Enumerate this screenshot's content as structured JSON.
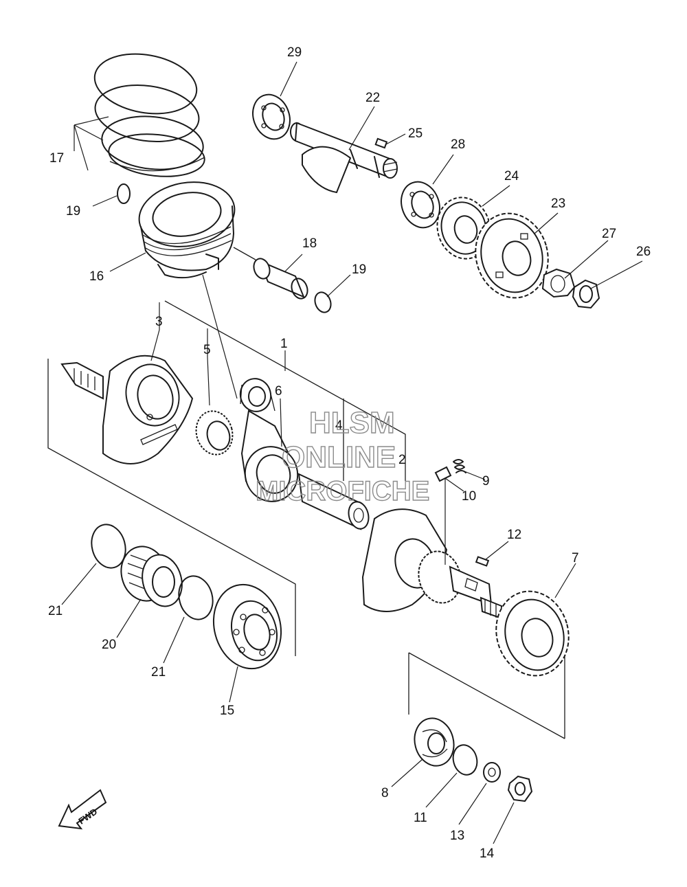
{
  "callouts": {
    "c1": "1",
    "c2": "2",
    "c3": "3",
    "c4": "4",
    "c5": "5",
    "c6": "6",
    "c7": "7",
    "c8": "8",
    "c9": "9",
    "c10": "10",
    "c11": "11",
    "c12": "12",
    "c13": "13",
    "c14": "14",
    "c15": "15",
    "c16": "16",
    "c17": "17",
    "c18": "18",
    "c19a": "19",
    "c19b": "19",
    "c20": "20",
    "c21a": "21",
    "c21b": "21",
    "c22": "22",
    "c23": "23",
    "c24": "24",
    "c25": "25",
    "c26": "26",
    "c27": "27",
    "c28": "28",
    "c29": "29"
  },
  "watermark": {
    "line1": "HLSM",
    "line2": "ONLINE",
    "line3": "MICROFICHE"
  },
  "fwd_label": "FWD"
}
